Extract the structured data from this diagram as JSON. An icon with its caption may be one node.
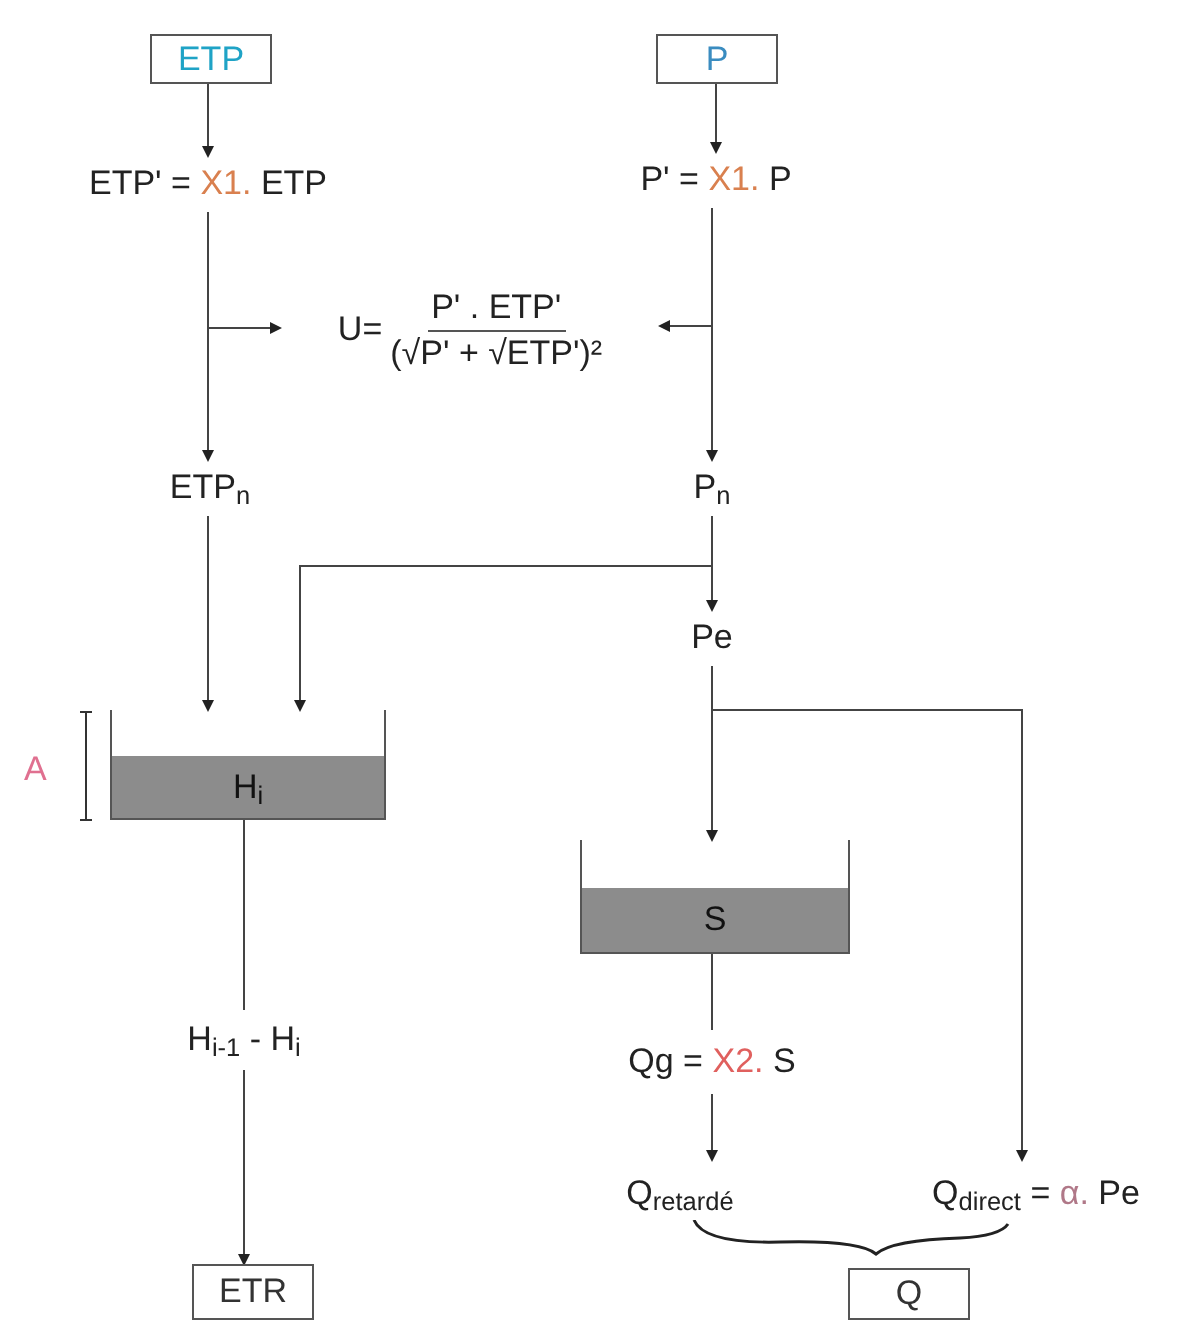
{
  "diagram": {
    "nodes": [
      {
        "text": [
          "ETP"
        ]
      },
      {
        "text": [
          "P"
        ]
      },
      {
        "text": [
          "ETP' =",
          "X1.",
          "ETP"
        ]
      },
      {
        "text": [
          "P' =",
          "X1.",
          "P"
        ]
      },
      {
        "text": [
          "U=",
          "P' . ETP'",
          "(√P' + √ETP')²"
        ]
      },
      {
        "text": [
          "ETP$_{n}$"
        ]
      },
      {
        "text": [
          "P$_{n}$"
        ]
      },
      {
        "text": [
          "Pe"
        ]
      },
      {
        "text": [
          "H$_{i}$"
        ]
      },
      {
        "text": [
          "S"
        ]
      },
      {
        "text": [
          "H$_{i-1}$ - H$_{i}$"
        ]
      },
      {
        "text": [
          "Qg =",
          "X2.",
          "S"
        ]
      },
      {
        "text": [
          "Q$_{retardé}$"
        ]
      },
      {
        "text": [
          "Q$_{direct}$ =",
          "α.",
          "Pe"
        ]
      },
      {
        "text": [
          "ETR"
        ]
      },
      {
        "text": [
          "Q"
        ]
      }
    ],
    "edges": [
      {
        "from": 0,
        "to": 2,
        "arrow": "to"
      },
      {
        "from": 1,
        "to": 3,
        "arrow": "to"
      },
      {
        "from": 2,
        "to": 5,
        "arrow": "to"
      },
      {
        "from": 2,
        "to": 4,
        "arrow": "to"
      },
      {
        "from": 3,
        "to": 6,
        "arrow": "to"
      },
      {
        "from": 3,
        "to": 4,
        "arrow": "to"
      },
      {
        "from": 5,
        "to": 8,
        "arrow": "to"
      },
      {
        "from": 6,
        "to": 7,
        "arrow": "to"
      },
      {
        "from": 6,
        "to": 8,
        "arrow": "to"
      },
      {
        "from": 7,
        "to": 9,
        "arrow": "to"
      },
      {
        "from": 7,
        "to": 13,
        "arrow": "to"
      },
      {
        "from": 8,
        "to": 10,
        "arrow": "none"
      },
      {
        "from": 10,
        "to": 14,
        "arrow": "to"
      },
      {
        "from": 9,
        "to": 11,
        "arrow": "none"
      },
      {
        "from": 11,
        "to": 12,
        "arrow": "to"
      }
    ],
    "labels": [
      "A"
    ]
  }
}
